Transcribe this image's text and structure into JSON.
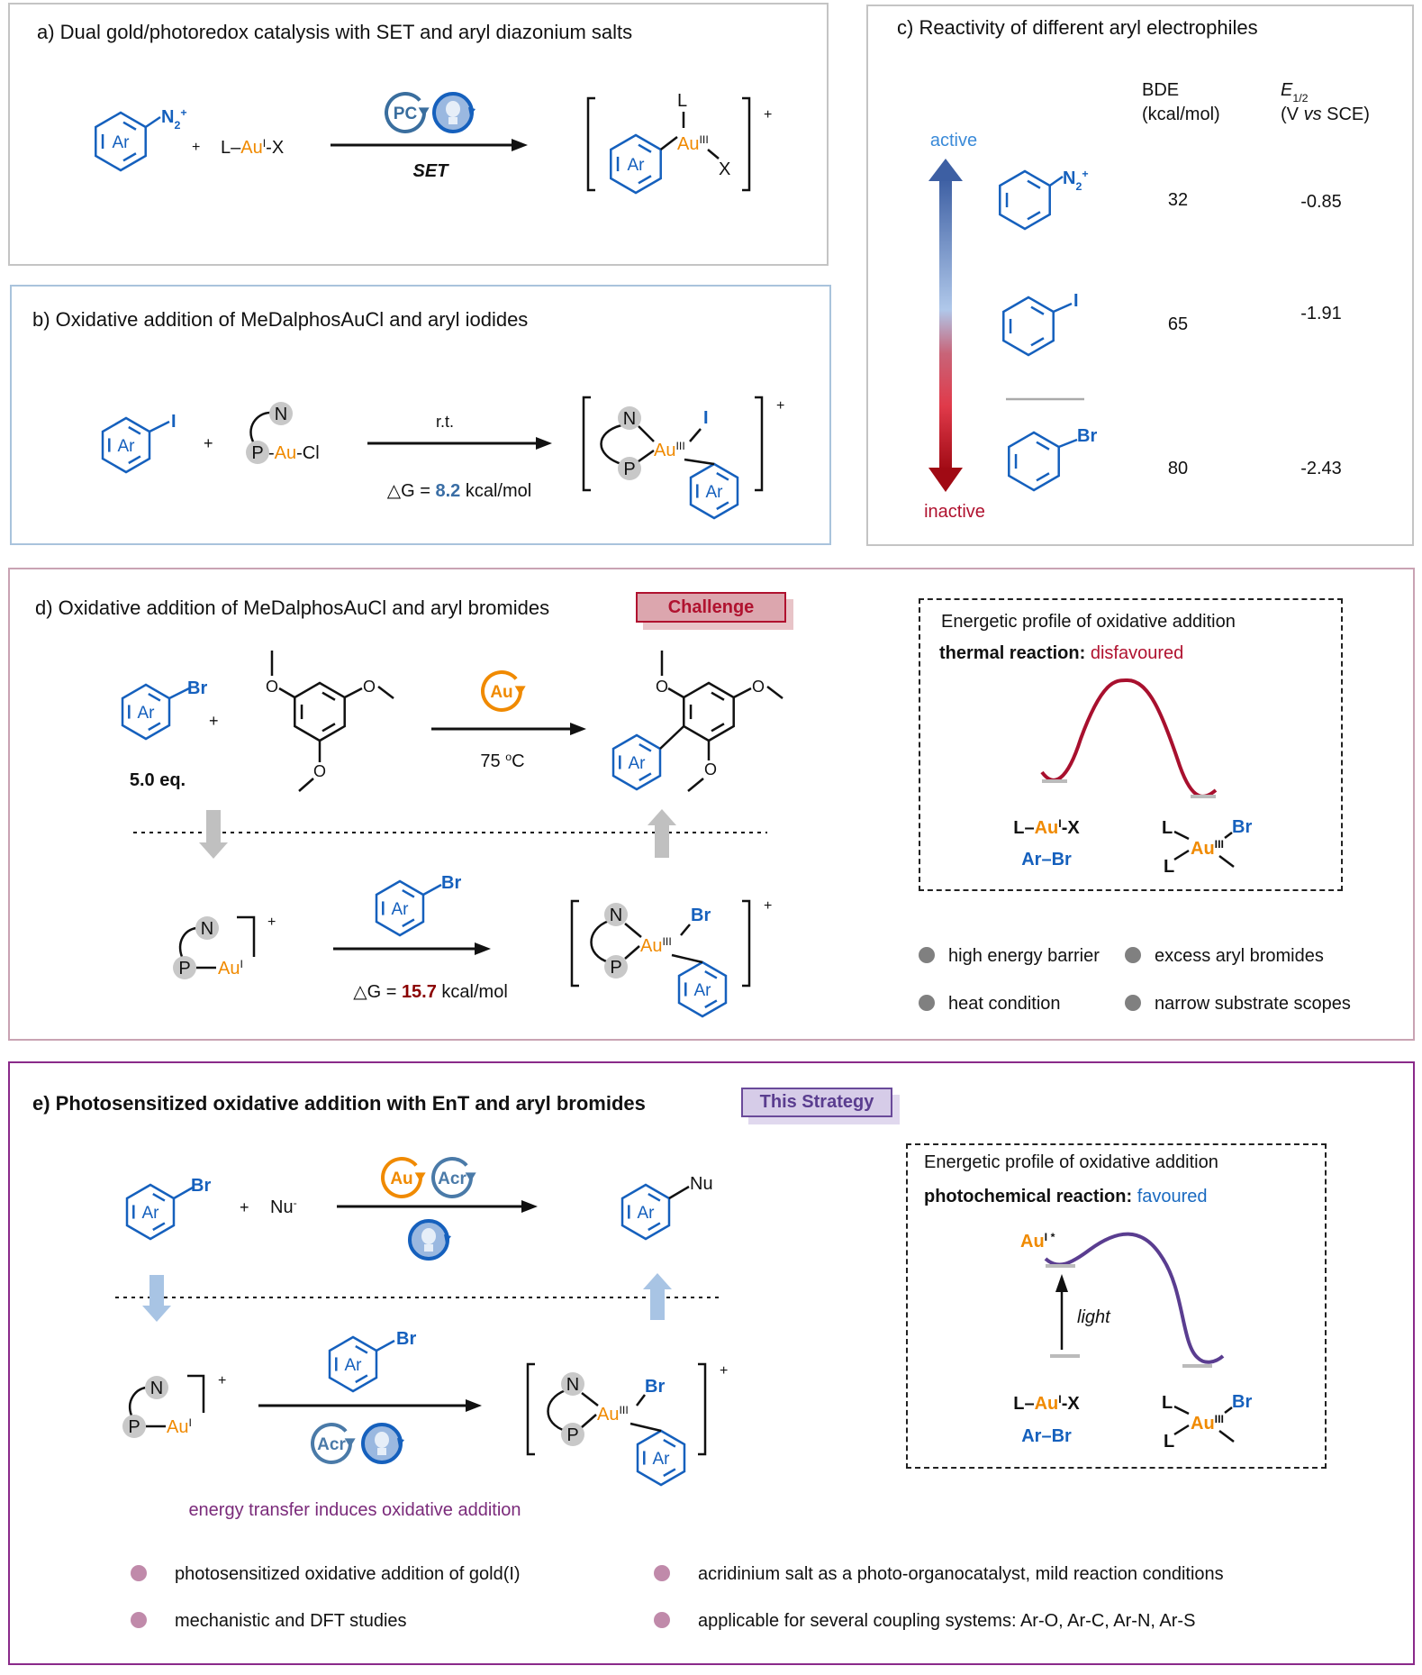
{
  "colors": {
    "blue": "#1560bd",
    "orange": "#f08a00",
    "red": "#b0122f",
    "purple_curve": "#5a3d90",
    "caption_purple": "#7a2a7a",
    "gray": "#c8c8c8"
  },
  "common": {
    "ar": "Ar",
    "plus": "+",
    "charge_plus": "+",
    "L": "L",
    "Au": "Au",
    "X": "X",
    "N": "N",
    "P": "P",
    "Br": "Br",
    "I": "I",
    "ox1": "I",
    "ox3": "III",
    "dash": "–",
    "dashX": "-X",
    "arbr_ar": "Ar",
    "arbr_dash": "–",
    "arbr_br": "Br"
  },
  "panel_a": {
    "title": "a) Dual gold/photoredox catalysis with SET and aryl diazonium salts",
    "diazonium": {
      "N": "N",
      "sub": "2",
      "charge": "+"
    },
    "catalyst_label": "PC",
    "arrow_label": "SET"
  },
  "panel_b": {
    "title": "b) Oxidative addition of MeDalphosAuCl and aryl iodides",
    "reagent_dash": "-",
    "reagent_cl": "-Cl",
    "condition": "r.t.",
    "dg_prefix": "△G = ",
    "dg_value": "8.2",
    "dg_unit": " kcal/mol"
  },
  "panel_c": {
    "title": "c) Reactivity of different aryl electrophiles",
    "bde_header": "BDE",
    "bde_unit": "(kcal/mol)",
    "e_header": "E",
    "e_sub": "1/2",
    "e_unit_a": "(V ",
    "e_unit_vs": "vs",
    "e_unit_b": " SCE)",
    "active": "active",
    "inactive": "inactive",
    "rows": [
      {
        "substituent": "N",
        "sub": "2",
        "charge": "+",
        "bde": "32",
        "e_half": "-0.85"
      },
      {
        "substituent": "I",
        "bde": "65",
        "e_half": "-1.91"
      },
      {
        "substituent": "Br",
        "bde": "80",
        "e_half": "-2.43"
      }
    ]
  },
  "panel_d": {
    "title": "d) Oxidative addition of MeDalphosAuCl and aryl bromides",
    "badge": "Challenge",
    "equiv": "5.0 eq.",
    "O": "O",
    "temp_a": "75 ",
    "temp_deg": "o",
    "temp_b": "C",
    "dg_prefix": "△G = ",
    "dg_value": "15.7",
    "dg_unit": " kcal/mol",
    "profile_title": "Energetic profile of oxidative addition",
    "profile_mode": "thermal reaction:",
    "profile_verdict": " disfavoured",
    "bullets": [
      "high energy barrier",
      "excess aryl bromides",
      "heat condition",
      "narrow substrate scopes"
    ]
  },
  "panel_e": {
    "title": "e) Photosensitized oxidative addition with EnT and aryl bromides",
    "badge": "This Strategy",
    "nu": "Nu",
    "nu_charge": "-",
    "acr": "Acr",
    "caption": "energy transfer induces oxidative addition",
    "profile_title": "Energetic profile of oxidative addition",
    "profile_mode": "photochemical reaction:",
    "profile_verdict": " favoured",
    "excited": "Au",
    "excited_ox": "I",
    "excited_star": " *",
    "light": "light",
    "bullets": [
      "photosensitized oxidative addition of gold(I)",
      "acridinium salt as a photo-organocatalyst, mild reaction conditions",
      "mechanistic and DFT studies",
      "applicable for several coupling systems: Ar-O, Ar-C, Ar-N, Ar-S"
    ]
  }
}
